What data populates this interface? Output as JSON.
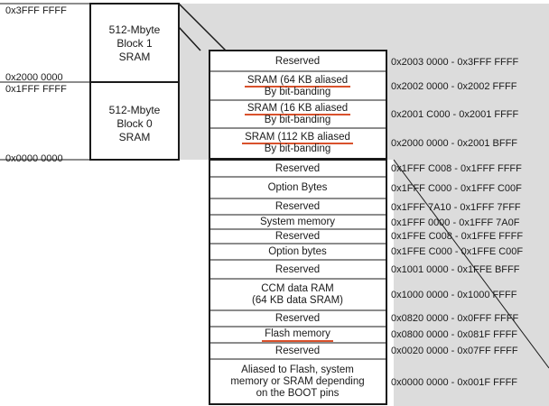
{
  "left_addresses": {
    "top": "0x3FFF FFFF",
    "mid_upper": "0x2000 0000",
    "mid_lower": "0x1FFF FFFF",
    "bottom": "0x0000 0000"
  },
  "blocks": [
    {
      "label": [
        "512-Mbyte",
        "Block 1",
        "SRAM"
      ]
    },
    {
      "label": [
        "512-Mbyte",
        "Block 0",
        "SRAM"
      ]
    }
  ],
  "sram_region": [
    {
      "text": [
        "Reserved"
      ],
      "range": "0x2003 0000 - 0x3FFF FFFF"
    },
    {
      "text": [
        "SRAM (64 KB aliased",
        "By bit-banding"
      ],
      "underline": true,
      "range": "0x2002 0000 - 0x2002 FFFF"
    },
    {
      "text": [
        "SRAM (16 KB aliased",
        "By bit-banding"
      ],
      "underline": true,
      "range": "0x2001 C000 - 0x2001 FFFF"
    },
    {
      "text": [
        "SRAM (112 KB aliased",
        "By bit-banding"
      ],
      "underline": true,
      "range": "0x2000 0000 - 0x2001 BFFF"
    }
  ],
  "code_region": [
    {
      "text": [
        "Reserved"
      ],
      "range": "0x1FFF C008 - 0x1FFF FFFF"
    },
    {
      "text": [
        "Option Bytes"
      ],
      "range": "0x1FFF C000 - 0x1FFF C00F"
    },
    {
      "text": [
        "Reserved"
      ],
      "range": "0x1FFF 7A10 - 0x1FFF 7FFF"
    },
    {
      "text": [
        "System memory"
      ],
      "range": "0x1FFF 0000 - 0x1FFF 7A0F"
    },
    {
      "text": [
        "Reserved"
      ],
      "range": "0x1FFE C008 - 0x1FFE FFFF"
    },
    {
      "text": [
        "Option bytes"
      ],
      "range": "0x1FFE C000 - 0x1FFE C00F"
    },
    {
      "text": [
        "Reserved"
      ],
      "range": "0x1001 0000 - 0x1FFE BFFF"
    },
    {
      "text": [
        "CCM data RAM",
        "(64 KB data SRAM)"
      ],
      "range": "0x1000 0000 - 0x1000 FFFF"
    },
    {
      "text": [
        "Reserved"
      ],
      "range": "0x0820 0000 - 0x0FFF FFFF"
    },
    {
      "text": [
        "Flash memory"
      ],
      "underline": true,
      "range": "0x0800 0000 - 0x081F FFFF"
    },
    {
      "text": [
        "Reserved"
      ],
      "range": "0x0020 0000 - 0x07FF FFFF"
    },
    {
      "text": [
        "Aliased to Flash, system",
        "memory or SRAM depending",
        "on the BOOT pins"
      ],
      "range": "0x0000 0000 - 0x001F FFFF"
    }
  ],
  "colors": {
    "zoom_fill": "#dcdcdc",
    "line": "#1a1a1a",
    "underline": "#d9512c"
  }
}
